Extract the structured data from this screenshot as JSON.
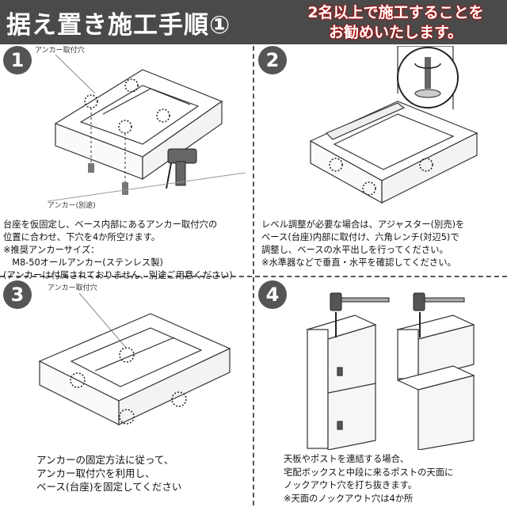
{
  "header": {
    "title": "据え置き施工手順①",
    "subtitle_line1": "2名以上で施工することを",
    "subtitle_line2": "お勧めいたします。"
  },
  "steps": [
    {
      "number": "1",
      "labels": {
        "anchor_hole": "アンカー取付穴",
        "anchor_sep": "アンカー(別途)"
      },
      "lines": [
        "台座を仮固定し、ベース内部にあるアンカー取付穴の",
        "位置に合わせ、下穴を4か所空けます。",
        "※推奨アンカーサイズ：",
        "　M8-50オールアンカー(ステンレス製)",
        "(アンカーは付属されておりません、別途ご用意ください)"
      ]
    },
    {
      "number": "2",
      "lines": [
        "レベル調整が必要な場合は、アジャスター(別売)を",
        "ベース(台座)内部に取付け、六角レンチ(対辺5)で",
        "調整し、ベースの水平出しを行ってください。",
        "※水準器などで垂直・水平を確認してください。"
      ]
    },
    {
      "number": "3",
      "labels": {
        "anchor_hole": "アンカー取付穴"
      },
      "lines": [
        "アンカーの固定方法に従って、",
        "アンカー取付穴を利用し、",
        "ベース(台座)を固定してください"
      ]
    },
    {
      "number": "4",
      "lines": [
        "天板やポストを連結する場合、",
        "宅配ボックスと中段に来るポストの天面に",
        "ノックアウト穴を打ち抜きます。",
        "※天面のノックアウト穴は4か所"
      ]
    }
  ]
}
